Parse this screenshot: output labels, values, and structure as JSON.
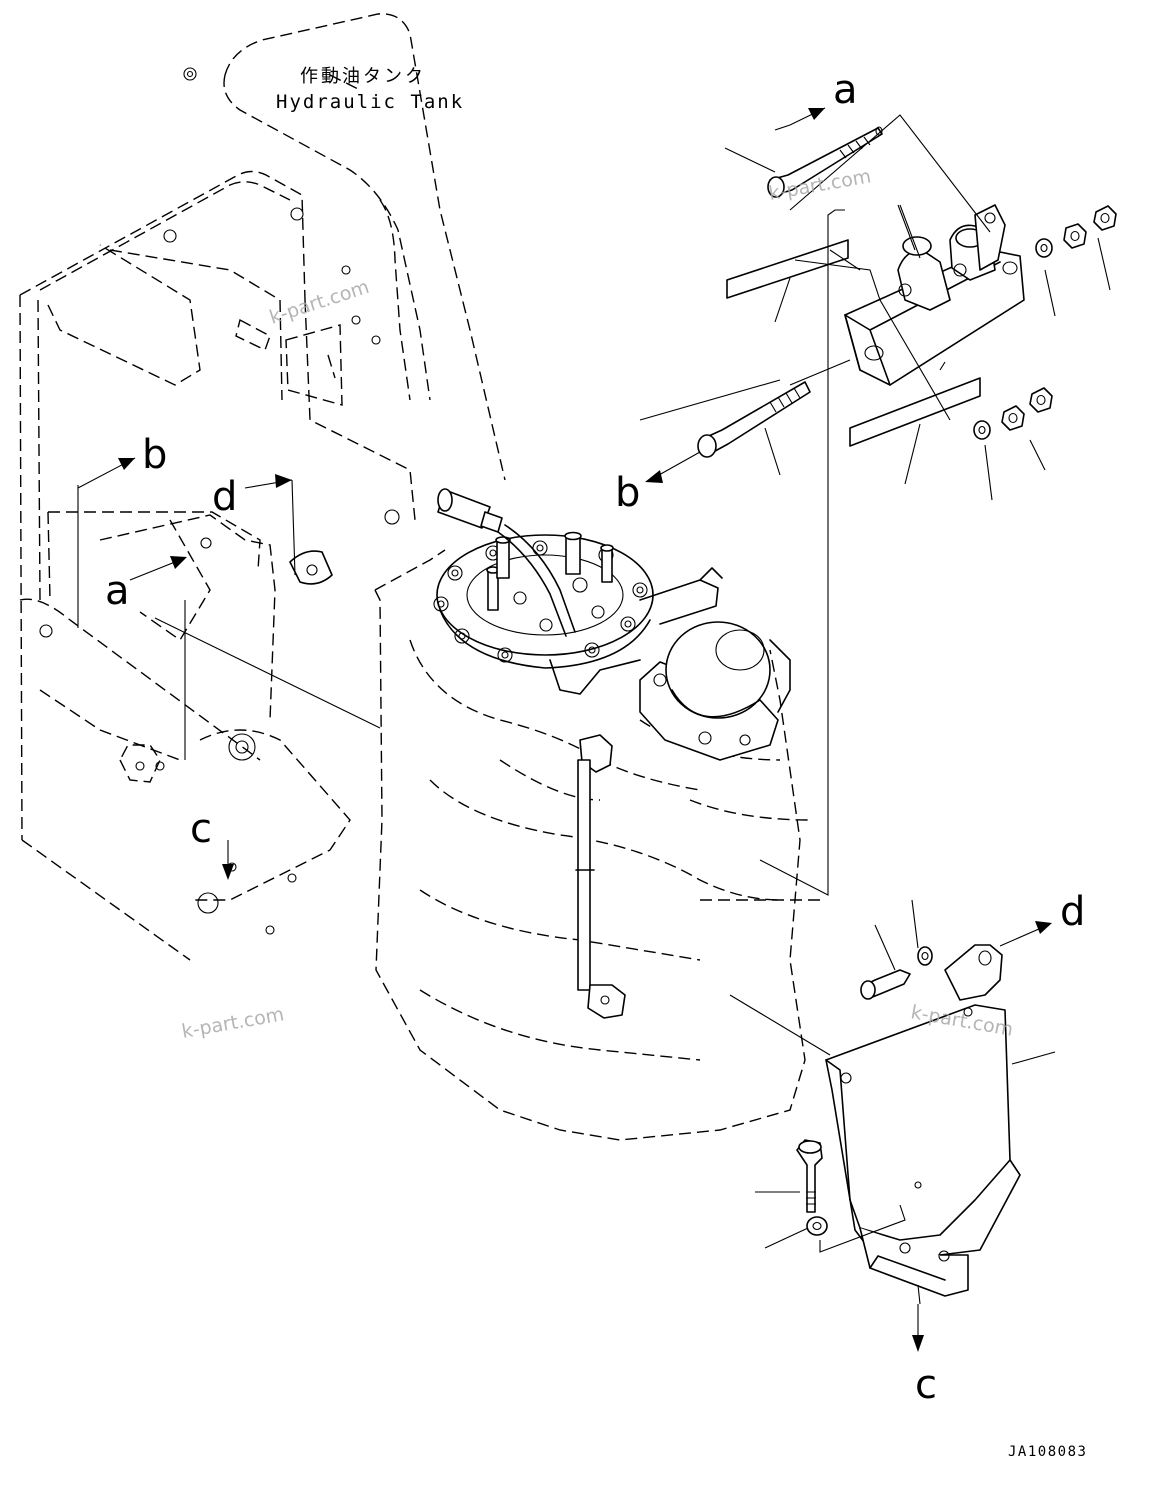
{
  "title": {
    "japanese": "作動油タンク",
    "english": "Hydraulic Tank"
  },
  "reference_labels": {
    "a_top": "a",
    "a_left": "a",
    "b_left": "b",
    "b_right": "b",
    "c_left": "c",
    "c_bottom": "c",
    "d_left": "d",
    "d_right": "d"
  },
  "watermarks": {
    "w1": "k-part.com",
    "w2": "k-part.com",
    "w3": "k-part.com",
    "w4": "k-part.com"
  },
  "drawing_code": "JA108083"
}
